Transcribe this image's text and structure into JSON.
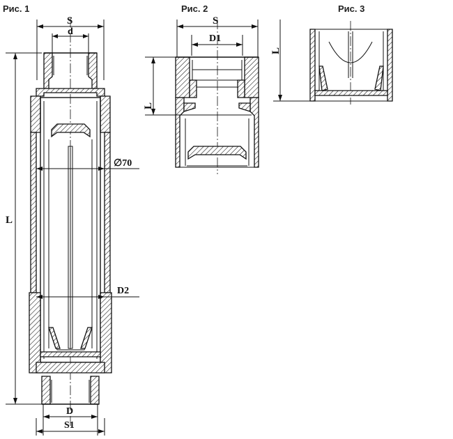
{
  "figures": {
    "fig1": {
      "title": "Рис. 1"
    },
    "fig2": {
      "title": "Рис. 2"
    },
    "fig3": {
      "title": "Рис. 3"
    }
  },
  "labels": {
    "fig1_s": "S",
    "fig1_d": "d",
    "fig1_l": "L",
    "fig1_dia70": "∅70",
    "fig1_d2": "D2",
    "fig1_dd": "D",
    "fig1_s1": "S1",
    "fig2_s": "S",
    "fig2_d1": "D1",
    "fig2_l": "L",
    "fig3_l": "L"
  },
  "colors": {
    "line": "#111111",
    "background": "#ffffff"
  }
}
